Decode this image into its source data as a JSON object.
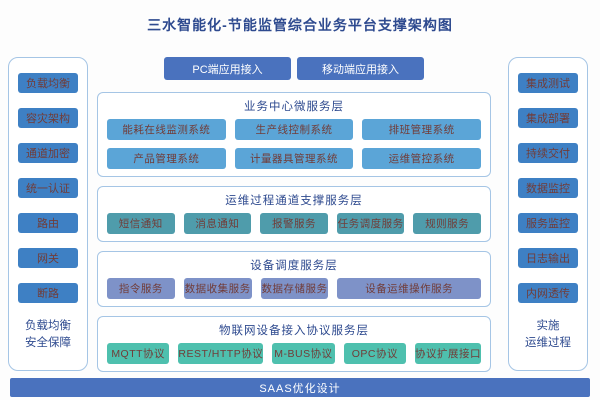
{
  "title": "三水智能化-节能监管综合业务平台支撑架构图",
  "colors": {
    "title_text": "#2E4A8F",
    "layer_title_text": "#2E4A8F",
    "footer_text": "#2E4A8F",
    "border": "#A5C5E5",
    "sidebar_btn": "#3E80C4",
    "access_btn": "#4A72BE",
    "footer_bar": "#4A72BE",
    "layer1_item": "#5BA5D7",
    "layer2_item": "#4F9CAB",
    "layer3_item": "#7E92C8",
    "layer4_item": "#4EC0AE",
    "node_text": "#713C38"
  },
  "left_sidebar": {
    "items": [
      "负载均衡",
      "容灾架构",
      "通道加密",
      "统一认证",
      "路由",
      "网关",
      "断路"
    ],
    "footer_line1": "负载均衡",
    "footer_line2": "安全保障"
  },
  "right_sidebar": {
    "items": [
      "集成测试",
      "集成部署",
      "持续交付",
      "数据监控",
      "服务监控",
      "日志输出",
      "内网透传"
    ],
    "footer_line1": "实施",
    "footer_line2": "运维过程"
  },
  "top_access": {
    "pc": "PC端应用接入",
    "mobile": "移动端应用接入"
  },
  "layers": [
    {
      "title": "业务中心微服务层",
      "items": [
        "能耗在线监测系统",
        "生产线控制系统",
        "排班管理系统",
        "产品管理系统",
        "计量器具管理系统",
        "运维管控系统"
      ]
    },
    {
      "title": "运维过程通道支撑服务层",
      "items": [
        "短信通知",
        "消息通知",
        "报警服务",
        "任务调度服务",
        "规则服务"
      ]
    },
    {
      "title": "设备调度服务层",
      "items": [
        "指令服务",
        "数据收集服务",
        "数据存储服务",
        "设备运维操作服务"
      ]
    },
    {
      "title": "物联网设备接入协议服务层",
      "items": [
        "MQTT协议",
        "REST/HTTP协议",
        "M-BUS协议",
        "OPC协议",
        "协议扩展接口"
      ]
    }
  ],
  "footer_bar_label": "SAAS优化设计"
}
